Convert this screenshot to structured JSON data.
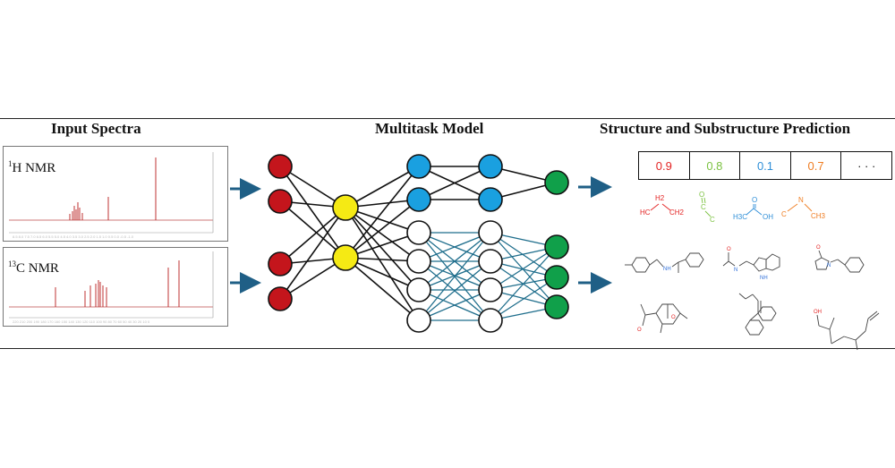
{
  "sections": {
    "input": "Input Spectra",
    "model": "Multitask Model",
    "output": "Structure and Substructure Prediction"
  },
  "spectra": {
    "h_nmr": {
      "sup": "1",
      "label": "H NMR"
    },
    "c_nmr": {
      "sup": "13",
      "label": "C NMR"
    }
  },
  "scores": [
    {
      "value": "0.9",
      "color": "#e32424"
    },
    {
      "value": "0.8",
      "color": "#7cc242"
    },
    {
      "value": "0.1",
      "color": "#2f8fd8"
    },
    {
      "value": "0.7",
      "color": "#ef7d22"
    },
    {
      "value": "· · ·",
      "color": "#111111"
    }
  ],
  "fragments": {
    "f1": {
      "top": "H2",
      "left": "HC",
      "right": "CH2",
      "color": "#e32424"
    },
    "f2": {
      "top": "O",
      "mid": "C",
      "bottom": "C",
      "color": "#7cc242"
    },
    "f3": {
      "top": "O",
      "left": "H3C",
      "right": "OH",
      "color": "#2f8fd8"
    },
    "f4": {
      "top": "N",
      "left": "C",
      "right": "CH3",
      "color": "#ef7d22"
    }
  },
  "molecule_labels": {
    "m1_nh": "NH",
    "m2_o": "O",
    "m2_n": "N",
    "m2_nh": "NH",
    "m3_o": "O",
    "m3_n": "N",
    "m4_o": "O",
    "m4_ring_o": "O",
    "m6_oh": "OH"
  },
  "colors": {
    "red_node": "#c4151c",
    "yellow_node": "#f5ea14",
    "blue_node": "#1aa0e0",
    "green_node": "#10a04a",
    "teal_edge": "#1f6e8c",
    "arrow": "#1f5f86",
    "spectrum_line": "#b81c1c"
  }
}
